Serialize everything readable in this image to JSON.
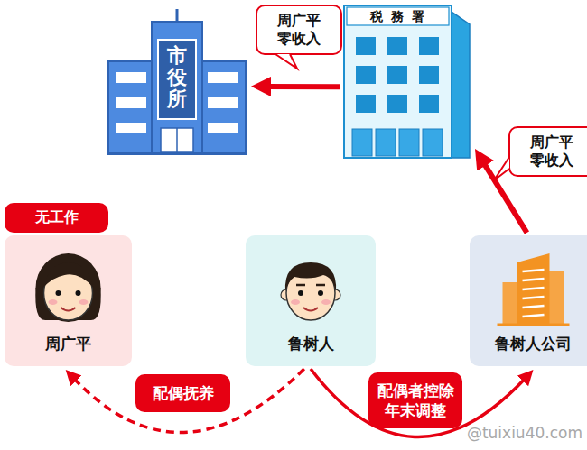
{
  "diagram": {
    "nodes": [
      {
        "text": [
          "市役所"
        ]
      },
      {
        "text": [
          "周广平 零收入"
        ]
      },
      {
        "text": [
          "税務署"
        ]
      },
      {
        "text": [
          "周广平 零收入"
        ]
      },
      {
        "text": [
          "无工作"
        ]
      },
      {
        "text": [
          "周广平"
        ]
      },
      {
        "text": [
          "鲁树人"
        ]
      },
      {
        "text": [
          "鲁树人公司"
        ]
      }
    ],
    "edges": [
      {
        "from": 2,
        "to": 0,
        "arrow": "to"
      },
      {
        "from": 7,
        "to": 2,
        "arrow": "to"
      },
      {
        "from": 6,
        "to": 5,
        "label": "配偶抚养",
        "arrow": "to"
      },
      {
        "from": 6,
        "to": 7,
        "label": "配偶者控除 年末调整",
        "arrow": "to"
      }
    ],
    "labels": [
      "@tuixiu40.com"
    ]
  }
}
